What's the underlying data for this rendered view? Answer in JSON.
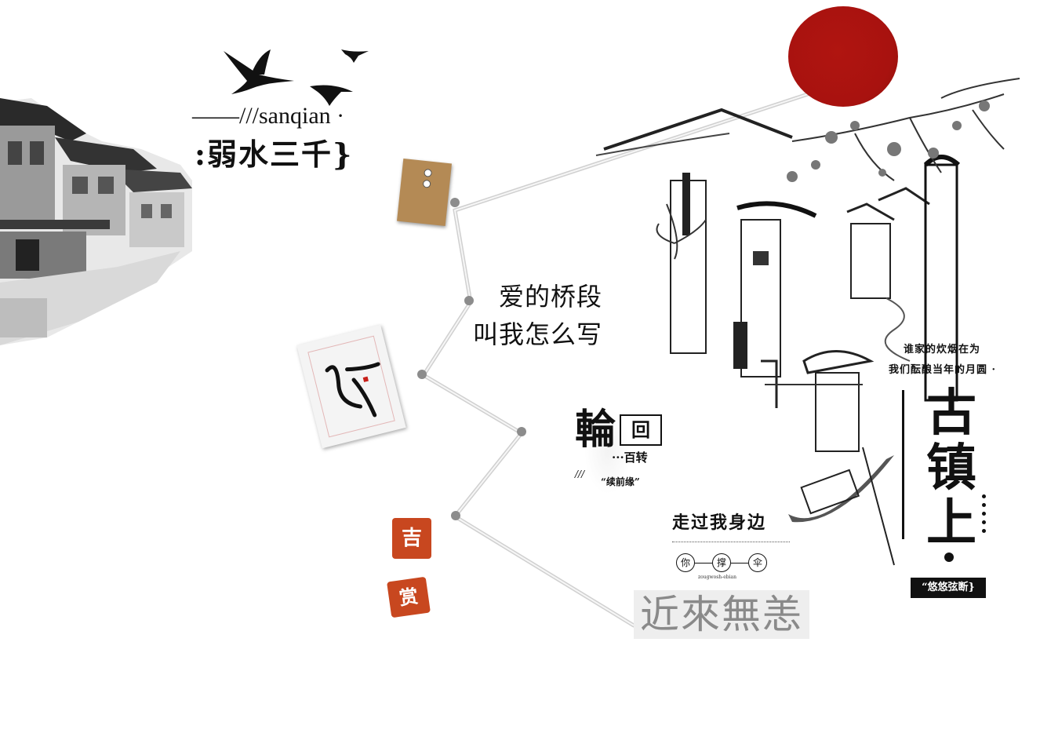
{
  "brand": {
    "line": "——///sanqian ·",
    "title": ":弱水三千}"
  },
  "path_text": {
    "line1": "爱的桥段",
    "line2": "叫我怎么写"
  },
  "card_lunhui": {
    "big": "輪",
    "boxed": "回",
    "sub": "···百转",
    "slash": "///",
    "quote": "“续前缘”"
  },
  "walk": {
    "title": "走过我身边",
    "circles": [
      "你",
      "撑",
      "伞"
    ],
    "pinyin": "zougwosh-ebian"
  },
  "stamp_text": "近來無恙",
  "right": {
    "poem1": "谁家的炊烟在为",
    "poem2": "我们酝酿当年的月圆 ·",
    "big1": "古",
    "big2": "镇",
    "big3": "上",
    "youyou": "“悠悠弦断}"
  },
  "seals": [
    "吉",
    "赏"
  ],
  "colors": {
    "sun": "#a8120f",
    "seal": "#c8471f",
    "envelope": "#b48a55",
    "ink": "#111111"
  }
}
